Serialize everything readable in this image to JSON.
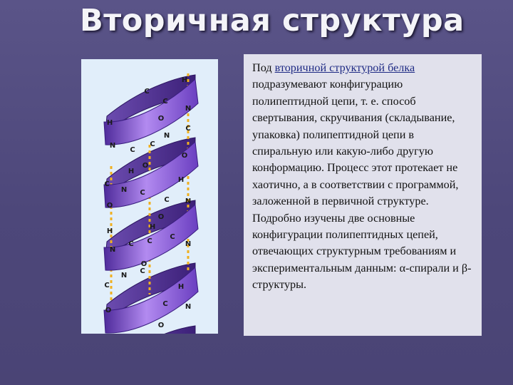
{
  "slide": {
    "title": "Вторичная структура"
  },
  "text": {
    "prefix": "Под ",
    "highlight": "вторичной структурой белка",
    "body": " подразумевают конфигурацию полипептидной цепи, т. е. способ свертывания, скручивания (складывание, упаковка) полипептидной цепи в спиральную или какую-либо другую конформацию. Процесс этот протекает не хаотично, а в соответствии с программой, заложенной в первичной структуре. Подробно изучены две основные конфигурации полипептидных цепей, отвечающих структурным требованиям и экспериментальным данным: α-спирали и β-структуры."
  },
  "figure": {
    "atom_labels": {
      "hydrogen": "H",
      "carbon": "C",
      "nitrogen": "N",
      "oxygen": "O"
    }
  },
  "colors": {
    "background": "#5a5488",
    "ribbon": "#8a5ad6",
    "ribbon_dark": "#4e2a9a",
    "hbond": "#f0b020"
  }
}
